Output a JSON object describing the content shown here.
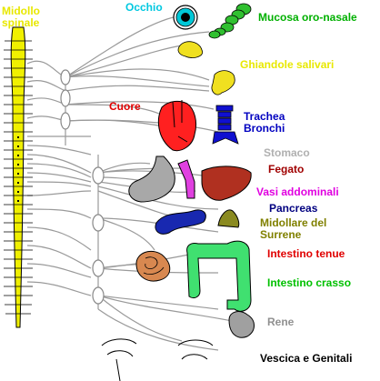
{
  "labels": {
    "spinal_cord": [
      "Midollo",
      "spinale"
    ],
    "eye": "Occhio",
    "nasal_mucosa": "Mucosa oro-nasale",
    "salivary_glands": "Ghiandole salivari",
    "heart": "Cuore",
    "trachea": [
      "Trachea",
      "Bronchi"
    ],
    "stomach": "Stomaco",
    "liver": "Fegato",
    "abdominal_vessels": "Vasi addominali",
    "pancreas": "Pancreas",
    "adrenal": [
      "Midollare del",
      "Surrene"
    ],
    "small_intestine": "Intestino tenue",
    "large_intestine": "Intestino crasso",
    "kidney": "Rene",
    "bladder_genitals": "Vescica e Genitali"
  },
  "colors": {
    "spinal_cord": "#f0f000",
    "eye_label": "#00c8e0",
    "nasal_label": "#00b000",
    "salivary_label": "#e8e800",
    "heart_label": "#e00000",
    "heart": "#ff2020",
    "trachea_label": "#0000c0",
    "trachea": "#1010d0",
    "stomach_label": "#b0b0b0",
    "stomach": "#a0a0a0",
    "liver_label": "#a00000",
    "liver": "#b03020",
    "vessels_label": "#e000e0",
    "vessels": "#e040e0",
    "pancreas_label": "#000080",
    "pancreas": "#1828b0",
    "adrenal_label": "#808000",
    "adrenal": "#8a8a20",
    "small_intestine_label": "#e00000",
    "small_intestine": "#d88850",
    "large_intestine_label": "#00c000",
    "large_intestine": "#40e070",
    "kidney_label": "#909090",
    "kidney": "#a0a0a0",
    "bladder_label": "#000000",
    "nerves": "#a8a8a8"
  }
}
